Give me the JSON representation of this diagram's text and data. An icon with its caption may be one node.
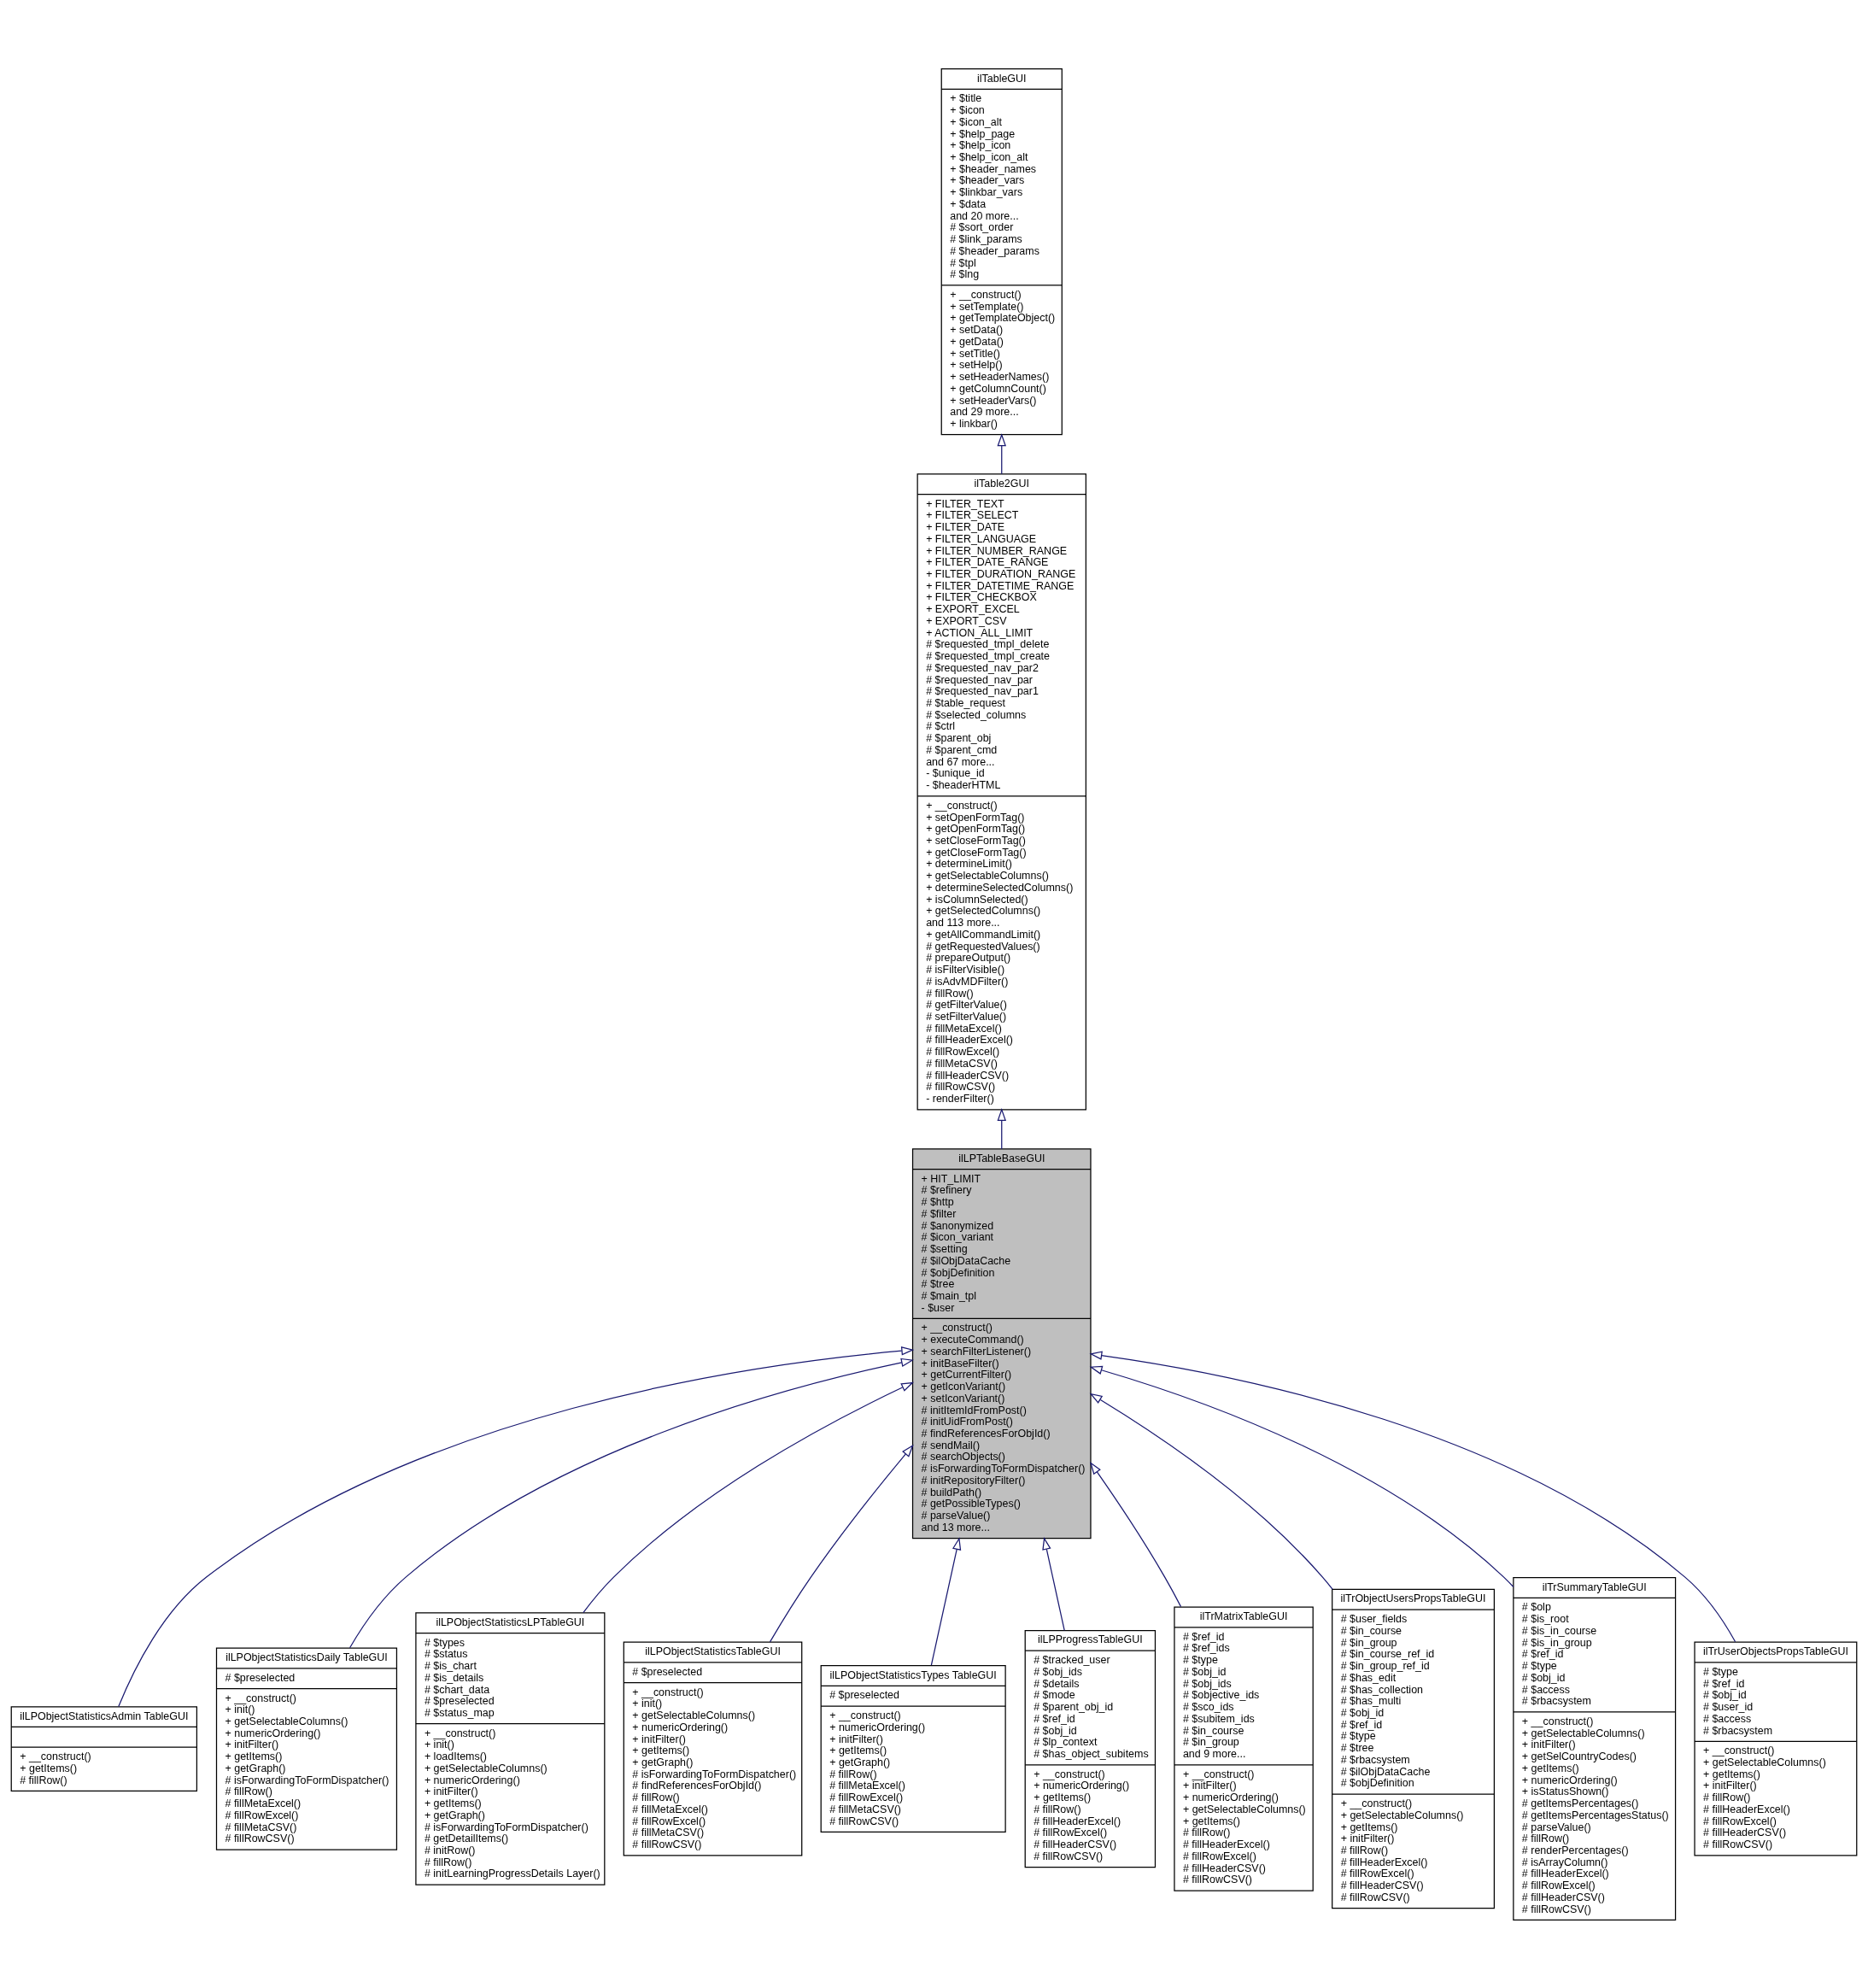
{
  "diagram": {
    "nodes": [
      {
        "text": [
          "ilTableGUI",
          "+ $title",
          "+ $icon",
          "+ $icon_alt",
          "+ $help_page",
          "+ $help_icon",
          "+ $help_icon_alt",
          "+ $header_names",
          "+ $header_vars",
          "+ $linkbar_vars",
          "+ $data",
          "and 20 more...",
          "# $sort_order",
          "# $link_params",
          "# $header_params",
          "# $tpl",
          "# $lng",
          "+ __construct()",
          "+ setTemplate()",
          "+ getTemplateObject()",
          "+ setData()",
          "+ getData()",
          "+ setTitle()",
          "+ setHelp()",
          "+ setHeaderNames()",
          "+ getColumnCount()",
          "+ setHeaderVars()",
          "and 29 more...",
          "+ linkbar()"
        ]
      },
      {
        "text": [
          "ilTable2GUI",
          "+ FILTER_TEXT",
          "+ FILTER_SELECT",
          "+ FILTER_DATE",
          "+ FILTER_LANGUAGE",
          "+ FILTER_NUMBER_RANGE",
          "+ FILTER_DATE_RANGE",
          "+ FILTER_DURATION_RANGE",
          "+ FILTER_DATETIME_RANGE",
          "+ FILTER_CHECKBOX",
          "+ EXPORT_EXCEL",
          "+ EXPORT_CSV",
          "+ ACTION_ALL_LIMIT",
          "# $requested_tmpl_delete",
          "# $requested_tmpl_create",
          "# $requested_nav_par2",
          "# $requested_nav_par",
          "# $requested_nav_par1",
          "# $table_request",
          "# $selected_columns",
          "# $ctrl",
          "# $parent_obj",
          "# $parent_cmd",
          "and 67 more...",
          "- $unique_id",
          "- $headerHTML",
          "+ __construct()",
          "+ setOpenFormTag()",
          "+ getOpenFormTag()",
          "+ setCloseFormTag()",
          "+ getCloseFormTag()",
          "+ determineLimit()",
          "+ getSelectableColumns()",
          "+ determineSelectedColumns()",
          "+ isColumnSelected()",
          "+ getSelectedColumns()",
          "and 113 more...",
          "+ getAllCommandLimit()",
          "# getRequestedValues()",
          "# prepareOutput()",
          "# isFilterVisible()",
          "# isAdvMDFilter()",
          "# fillRow()",
          "# getFilterValue()",
          "# setFilterValue()",
          "# fillMetaExcel()",
          "# fillHeaderExcel()",
          "# fillRowExcel()",
          "# fillMetaCSV()",
          "# fillHeaderCSV()",
          "# fillRowCSV()",
          "- renderFilter()"
        ]
      },
      {
        "text": [
          "ilLPTableBaseGUI",
          "+ HIT_LIMIT",
          "# $refinery",
          "# $http",
          "# $filter",
          "# $anonymized",
          "# $icon_variant",
          "# $setting",
          "# $ilObjDataCache",
          "# $objDefinition",
          "# $tree",
          "# $main_tpl",
          "- $user",
          "+ __construct()",
          "+ executeCommand()",
          "+ searchFilterListener()",
          "+ initBaseFilter()",
          "+ getCurrentFilter()",
          "+ getIconVariant()",
          "+ setIconVariant()",
          "# initItemIdFromPost()",
          "# initUidFromPost()",
          "# findReferencesForObjId()",
          "# sendMail()",
          "# searchObjects()",
          "# isForwardingToFormDispatcher()",
          "# initRepositoryFilter()",
          "# buildPath()",
          "# getPossibleTypes()",
          "# parseValue()",
          "and 13 more..."
        ]
      },
      {
        "text": [
          "ilLPObjectStatisticsAdmin TableGUI",
          "+ __construct()",
          "+ getItems()",
          "# fillRow()"
        ]
      },
      {
        "text": [
          "ilLPObjectStatisticsDaily TableGUI",
          "# $preselected",
          "+ __construct()",
          "+ init()",
          "+ getSelectableColumns()",
          "+ numericOrdering()",
          "+ initFilter()",
          "+ getItems()",
          "+ getGraph()",
          "# isForwardingToFormDispatcher()",
          "# fillRow()",
          "# fillMetaExcel()",
          "# fillRowExcel()",
          "# fillMetaCSV()",
          "# fillRowCSV()"
        ]
      },
      {
        "text": [
          "ilLPObjectStatisticsLPTableGUI",
          "# $types",
          "# $status",
          "# $is_chart",
          "# $is_details",
          "# $chart_data",
          "# $preselected",
          "# $status_map",
          "+ __construct()",
          "+ init()",
          "+ loadItems()",
          "+ getSelectableColumns()",
          "+ numericOrdering()",
          "+ initFilter()",
          "+ getItems()",
          "+ getGraph()",
          "# isForwardingToFormDispatcher()",
          "# getDetailItems()",
          "# initRow()",
          "# fillRow()",
          "# initLearningProgressDetails Layer()"
        ]
      },
      {
        "text": [
          "ilLPObjectStatisticsTableGUI",
          "# $preselected",
          "+ __construct()",
          "+ init()",
          "+ getSelectableColumns()",
          "+ numericOrdering()",
          "+ initFilter()",
          "+ getItems()",
          "+ getGraph()",
          "# isForwardingToFormDispatcher()",
          "# findReferencesForObjId()",
          "# fillRow()",
          "# fillMetaExcel()",
          "# fillRowExcel()",
          "# fillMetaCSV()",
          "# fillRowCSV()"
        ]
      },
      {
        "text": [
          "ilLPObjectStatisticsTypes TableGUI",
          "# $preselected",
          "+ __construct()",
          "+ numericOrdering()",
          "+ initFilter()",
          "+ getItems()",
          "+ getGraph()",
          "# fillRow()",
          "# fillMetaExcel()",
          "# fillRowExcel()",
          "# fillMetaCSV()",
          "# fillRowCSV()"
        ]
      },
      {
        "text": [
          "ilLPProgressTableGUI",
          "# $tracked_user",
          "# $obj_ids",
          "# $details",
          "# $mode",
          "# $parent_obj_id",
          "# $ref_id",
          "# $obj_id",
          "# $lp_context",
          "# $has_object_subitems",
          "+ __construct()",
          "+ numericOrdering()",
          "+ getItems()",
          "# fillRow()",
          "# fillHeaderExcel()",
          "# fillRowExcel()",
          "# fillHeaderCSV()",
          "# fillRowCSV()"
        ]
      },
      {
        "text": [
          "ilTrMatrixTableGUI",
          "# $ref_id",
          "# $ref_ids",
          "# $type",
          "# $obj_id",
          "# $obj_ids",
          "# $objective_ids",
          "# $sco_ids",
          "# $subitem_ids",
          "# $in_course",
          "# $in_group",
          "and 9 more...",
          "+ __construct()",
          "+ initFilter()",
          "+ numericOrdering()",
          "+ getSelectableColumns()",
          "+ getItems()",
          "# fillRow()",
          "# fillHeaderExcel()",
          "# fillRowExcel()",
          "# fillHeaderCSV()",
          "# fillRowCSV()"
        ]
      },
      {
        "text": [
          "ilTrObjectUsersPropsTableGUI",
          "# $user_fields",
          "# $in_course",
          "# $in_group",
          "# $in_course_ref_id",
          "# $in_group_ref_id",
          "# $has_edit",
          "# $has_collection",
          "# $has_multi",
          "# $obj_id",
          "# $ref_id",
          "# $type",
          "# $tree",
          "# $rbacsystem",
          "# $ilObjDataCache",
          "# $objDefinition",
          "+ __construct()",
          "+ getSelectableColumns()",
          "+ getItems()",
          "+ initFilter()",
          "# fillRow()",
          "# fillHeaderExcel()",
          "# fillRowExcel()",
          "# fillHeaderCSV()",
          "# fillRowCSV()"
        ]
      },
      {
        "text": [
          "ilTrSummaryTableGUI",
          "# $olp",
          "# $is_root",
          "# $is_in_course",
          "# $is_in_group",
          "# $ref_id",
          "# $type",
          "# $obj_id",
          "# $access",
          "# $rbacsystem",
          "+ __construct()",
          "+ getSelectableColumns()",
          "+ initFilter()",
          "+ getSelCountryCodes()",
          "+ getItems()",
          "+ numericOrdering()",
          "+ isStatusShown()",
          "# getItemsPercentages()",
          "# getItemsPercentagesStatus()",
          "# parseValue()",
          "# fillRow()",
          "# renderPercentages()",
          "# isArrayColumn()",
          "# fillHeaderExcel()",
          "# fillRowExcel()",
          "# fillHeaderCSV()",
          "# fillRowCSV()"
        ]
      },
      {
        "text": [
          "ilTrUserObjectsPropsTableGUI",
          "# $type",
          "# $ref_id",
          "# $obj_id",
          "# $user_id",
          "# $access",
          "# $rbacsystem",
          "+ __construct()",
          "+ getSelectableColumns()",
          "+ getItems()",
          "+ initFilter()",
          "# fillRow()",
          "# fillHeaderExcel()",
          "# fillRowExcel()",
          "# fillHeaderCSV()",
          "# fillRowCSV()"
        ]
      }
    ],
    "edges": [
      {
        "from": 1,
        "to": 0,
        "arrow": "to"
      },
      {
        "from": 2,
        "to": 1,
        "arrow": "to"
      },
      {
        "from": 3,
        "to": 2,
        "arrow": "to"
      },
      {
        "from": 4,
        "to": 2,
        "arrow": "to"
      },
      {
        "from": 5,
        "to": 2,
        "arrow": "to"
      },
      {
        "from": 6,
        "to": 2,
        "arrow": "to"
      },
      {
        "from": 7,
        "to": 2,
        "arrow": "to"
      },
      {
        "from": 8,
        "to": 2,
        "arrow": "to"
      },
      {
        "from": 9,
        "to": 2,
        "arrow": "to"
      },
      {
        "from": 10,
        "to": 2,
        "arrow": "to"
      },
      {
        "from": 11,
        "to": 2,
        "arrow": "to"
      },
      {
        "from": 12,
        "to": 2,
        "arrow": "to"
      }
    ]
  }
}
